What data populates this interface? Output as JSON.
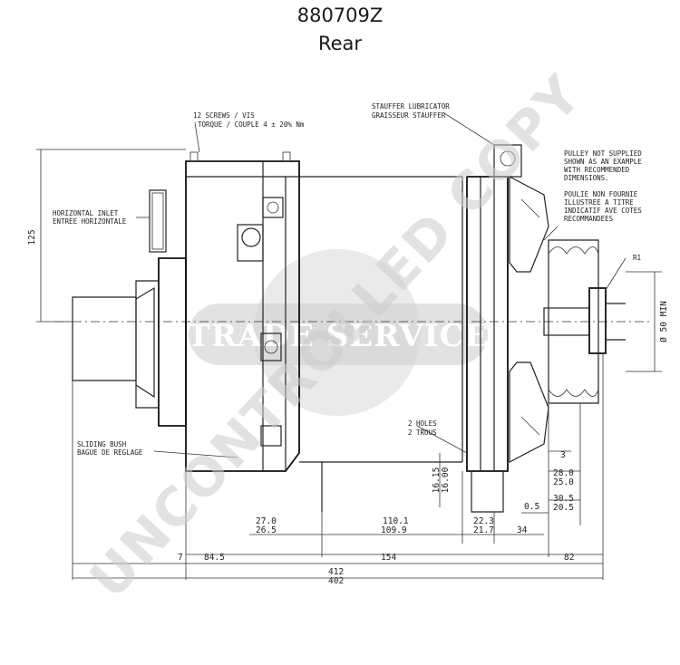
{
  "header": {
    "title": "880709Z",
    "subtitle": "Rear"
  },
  "notes": {
    "screws_line1": "12 SCREWS / VIS",
    "screws_line2": "TORQUE / COUPLE 4 ± 20% Nm",
    "stauffer_line1": "STAUFFER LUBRICATOR",
    "stauffer_line2": "GRAISSEUR STAUFFER",
    "pulley_en_1": "PULLEY NOT SUPPLIED",
    "pulley_en_2": "SHOWN AS AN EXAMPLE",
    "pulley_en_3": "WITH RECOMMENDED",
    "pulley_en_4": "DIMENSIONS.",
    "pulley_fr_1": "POULIE NON FOURNIE",
    "pulley_fr_2": "ILLUSTREE A TITRE",
    "pulley_fr_3": "INDICATIF AVE COTES",
    "pulley_fr_4": "RECOMMANDEES",
    "inlet_line1": "HORIZONTAL INLET",
    "inlet_line2": "ENTREE HORIZONTALE",
    "bush_line1": "SLIDING BUSH",
    "bush_line2": "BAGUE DE REGLAGE",
    "holes_line1": "2 HOLES",
    "holes_line2": "2 TROUS",
    "radius": "R1"
  },
  "dimensions": {
    "d125": "125",
    "d50min": "Ø 50 MIN",
    "d3": "3",
    "d28": "28.0",
    "d25": "25.0",
    "d305": "30.5",
    "d205": "20.5",
    "d05": "0.5",
    "d34": "34",
    "d223": "22.3",
    "d217": "21.7",
    "d1101": "110.1",
    "d1099": "109.9",
    "d270": "27.0",
    "d265": "26.5",
    "d1615": "16.15",
    "d1600": "16.00",
    "d845": "84.5",
    "d154": "154",
    "d82": "82",
    "d7": "7",
    "d412": "412",
    "d402": "402"
  },
  "watermark": {
    "brand": "TRADE SERVICE",
    "stamp": "UNCONTROLLED COPY"
  }
}
